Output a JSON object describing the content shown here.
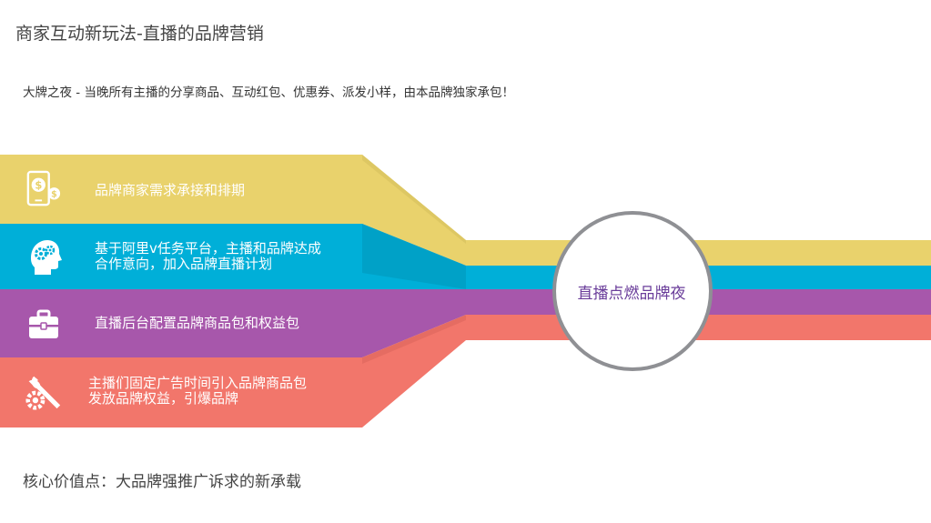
{
  "header": {
    "title": "商家互动新玩法-直播的品牌营销",
    "subtitle": "大牌之夜 - 当晚所有主播的分享商品、互动红包、优惠券、派发小样，由本品牌独家承包！"
  },
  "steps": [
    {
      "lines": [
        "品牌商家需求承接和排期"
      ],
      "color": "#E9D26C",
      "icon": "phone-money-icon"
    },
    {
      "lines": [
        "基于阿里v任务平台，主播和品牌达成",
        "合作意向，加入品牌直播计划"
      ],
      "color": "#00AFD8",
      "icon": "head-gears-icon"
    },
    {
      "lines": [
        "直播后台配置品牌商品包和权益包"
      ],
      "color": "#A757AB",
      "icon": "briefcase-icon"
    },
    {
      "lines": [
        "主播们固定广告时间引入品牌商品包",
        "发放品牌权益，引爆品牌"
      ],
      "color": "#F2766B",
      "icon": "wrench-gear-icon"
    }
  ],
  "center": {
    "label": "直播点燃品牌夜"
  },
  "footer": {
    "text": "核心价值点：大品牌强推广诉求的新承载"
  }
}
